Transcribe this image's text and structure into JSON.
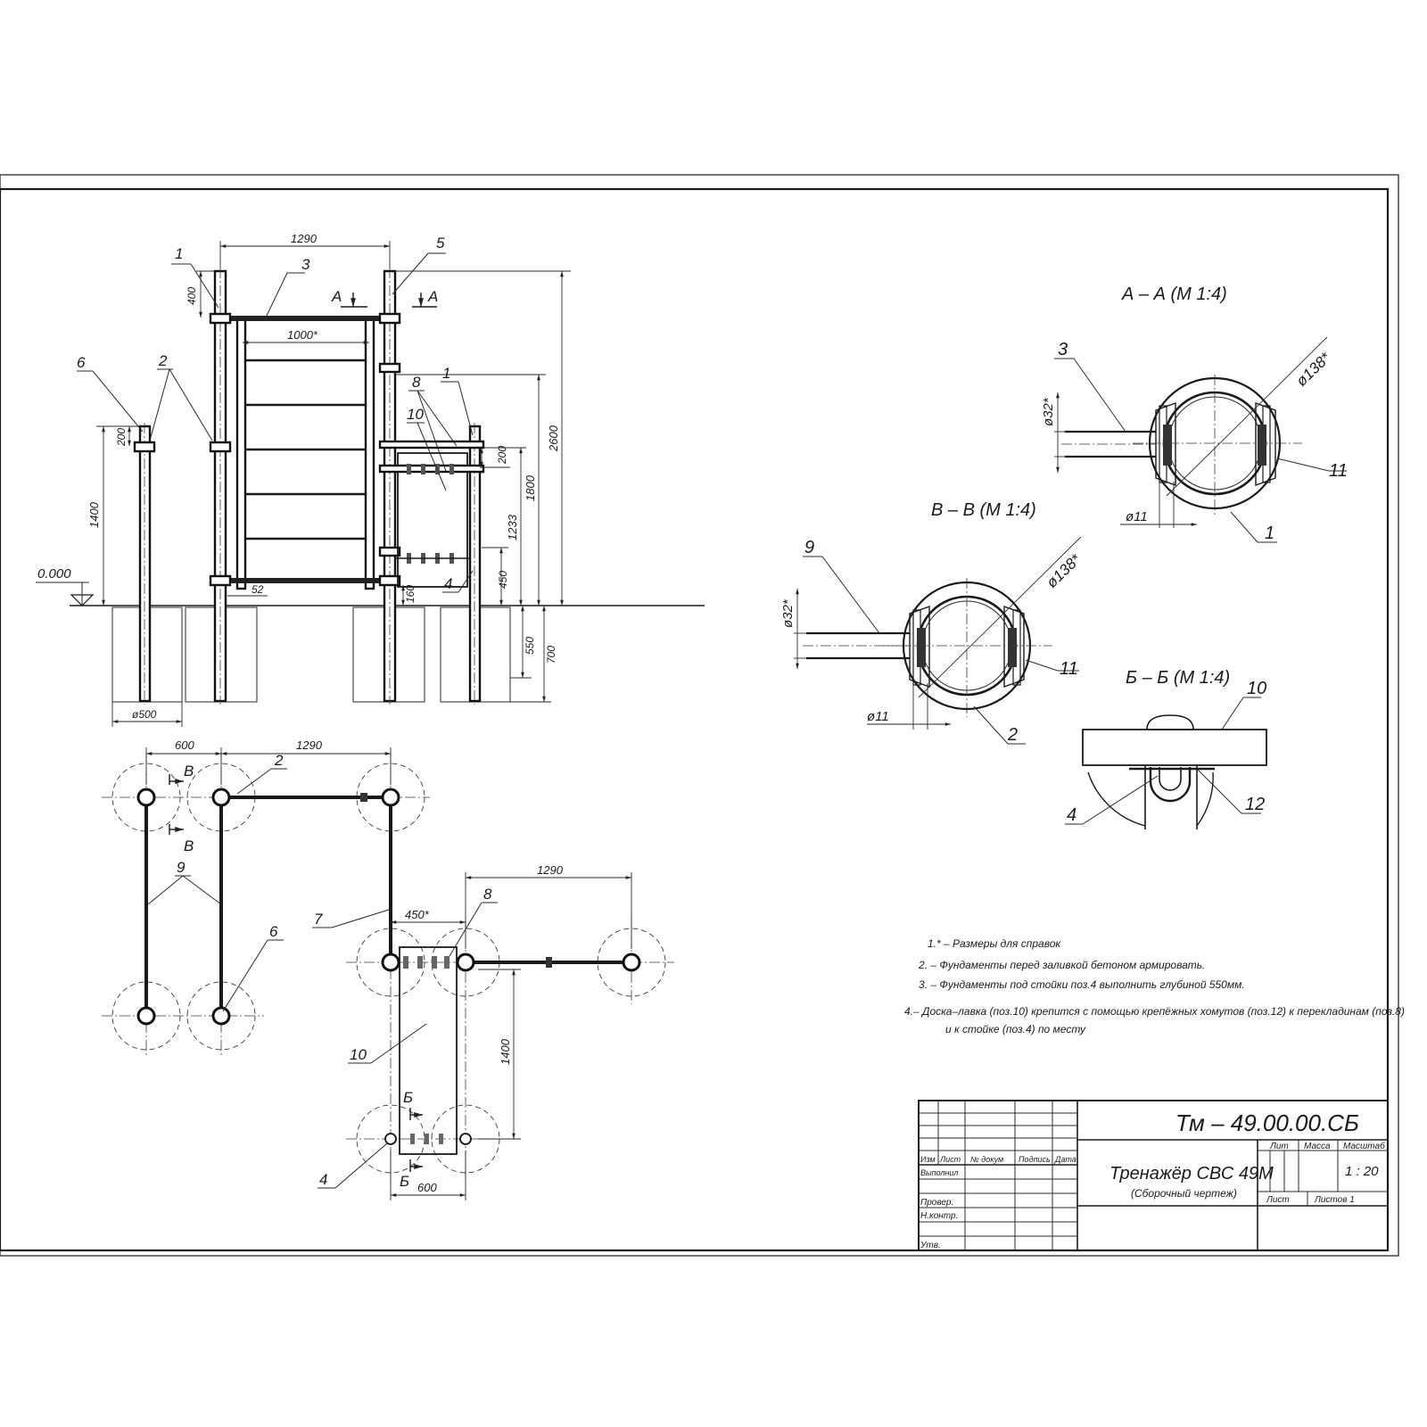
{
  "drawing": {
    "doc_code": "Тм – 49.00.00.СБ",
    "title": "Тренажёр СВС 49М",
    "subtitle": "(Сборочный чертеж)",
    "scale": "1 : 20",
    "sheets": "Листов 1"
  },
  "title_block": {
    "col_headers": [
      "Изм",
      "Лист",
      "№ докум",
      "Подпись",
      "Дата"
    ],
    "row_labels": [
      "Выполнил",
      "Провер.",
      "Н.контр.",
      "Утв."
    ],
    "lit_label": "Лит",
    "mass_label": "Масса",
    "scale_label": "Масштаб",
    "sheet_label": "Лист"
  },
  "notes": [
    "1.* – Размеры для справок",
    "2. – Фундаменты перед заливкой бетоном армировать.",
    "3. – Фундаменты под стойки поз.4  выполнить глубиной 550мм.",
    "4.– Доска–лавка (поз.10) крепится с помощью крепёжных хомутов (поз.12) к перекладинам  (поз.8)",
    "и к стойке (поз.4)  по месту"
  ],
  "elevation": {
    "dims": {
      "top_span": "1290",
      "inner_span": "1000*",
      "d400": "400",
      "d200": "200",
      "d1400": "1400",
      "d2600": "2600",
      "d1800": "1800",
      "d1233": "1233",
      "d450": "450",
      "d200b": "200",
      "d160": "160",
      "d52": "52",
      "d550": "550",
      "d700": "700",
      "d500": "ø500"
    },
    "level": "0.000",
    "section_mark": "А",
    "callouts": [
      "1",
      "3",
      "5",
      "6",
      "2",
      "8",
      "10",
      "1",
      "4"
    ]
  },
  "plan": {
    "dims": {
      "d600": "600",
      "d1290": "1290",
      "d1290b": "1290",
      "d450": "450*",
      "d1400": "1400",
      "d600b": "600"
    },
    "section_v": "В",
    "section_b": "Б",
    "callouts": [
      "2",
      "9",
      "6",
      "7",
      "8",
      "10",
      "4"
    ]
  },
  "section_aa": {
    "title": "А – А (М 1:4)",
    "d32": "ø32*",
    "d138": "ø138*",
    "d11": "ø11",
    "callouts": [
      "3",
      "11",
      "1"
    ]
  },
  "section_vv": {
    "title": "В – В (М 1:4)",
    "d32": "ø32*",
    "d138": "ø138*",
    "d11": "ø11",
    "callouts": [
      "9",
      "11",
      "2"
    ]
  },
  "section_bb": {
    "title": "Б – Б (М 1:4)",
    "callouts": [
      "10",
      "4",
      "12"
    ]
  }
}
